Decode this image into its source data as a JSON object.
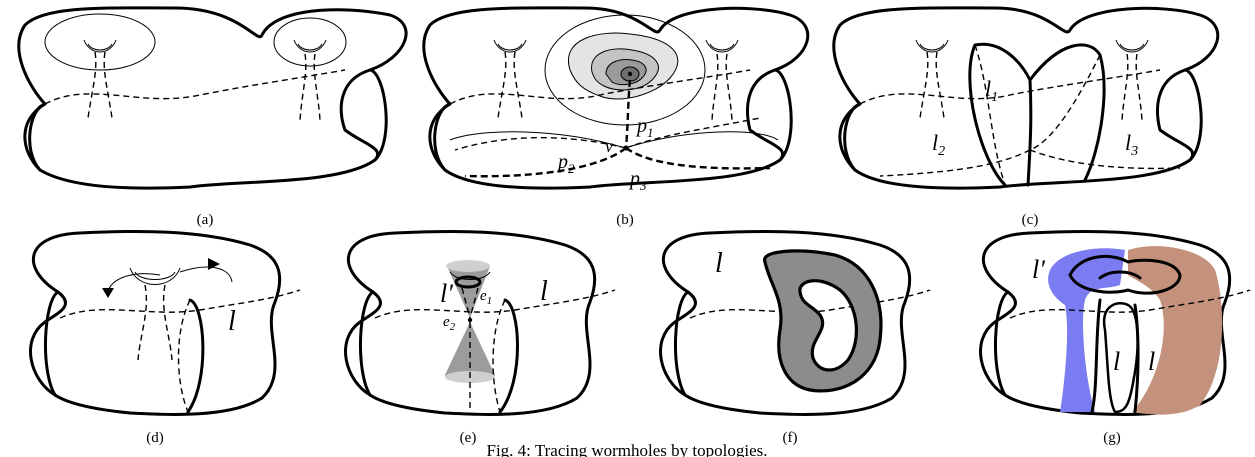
{
  "caption": "Fig. 4: Tracing wormholes by topologies.",
  "panels": {
    "a": {
      "label": "(a)"
    },
    "b": {
      "label": "(b)",
      "point_labels": {
        "v": "v",
        "p1": "p",
        "p1_sub": "1",
        "p2": "p",
        "p2_sub": "2",
        "p3": "p",
        "p3_sub": "3"
      }
    },
    "c": {
      "label": "(c)",
      "loop_labels": {
        "l1": "l",
        "l1_sub": "1",
        "l2": "l",
        "l2_sub": "2",
        "l3": "l",
        "l3_sub": "3"
      }
    },
    "d": {
      "label": "(d)",
      "loop_label": "l"
    },
    "e": {
      "label": "(e)",
      "l_prime": "l′",
      "l": "l",
      "e1": "e",
      "e1_sub": "1",
      "e2": "e",
      "e2_sub": "2"
    },
    "f": {
      "label": "(f)",
      "loop_label": "l"
    },
    "g": {
      "label": "(g)",
      "l_prime": "l′",
      "l_a": "l",
      "l_b": "l"
    }
  },
  "colors": {
    "blue_region": "#7b7bf2",
    "brown_region": "#c4917c",
    "gray_dark": "#8c8c8c",
    "gray_light": "#d4d4d4"
  }
}
